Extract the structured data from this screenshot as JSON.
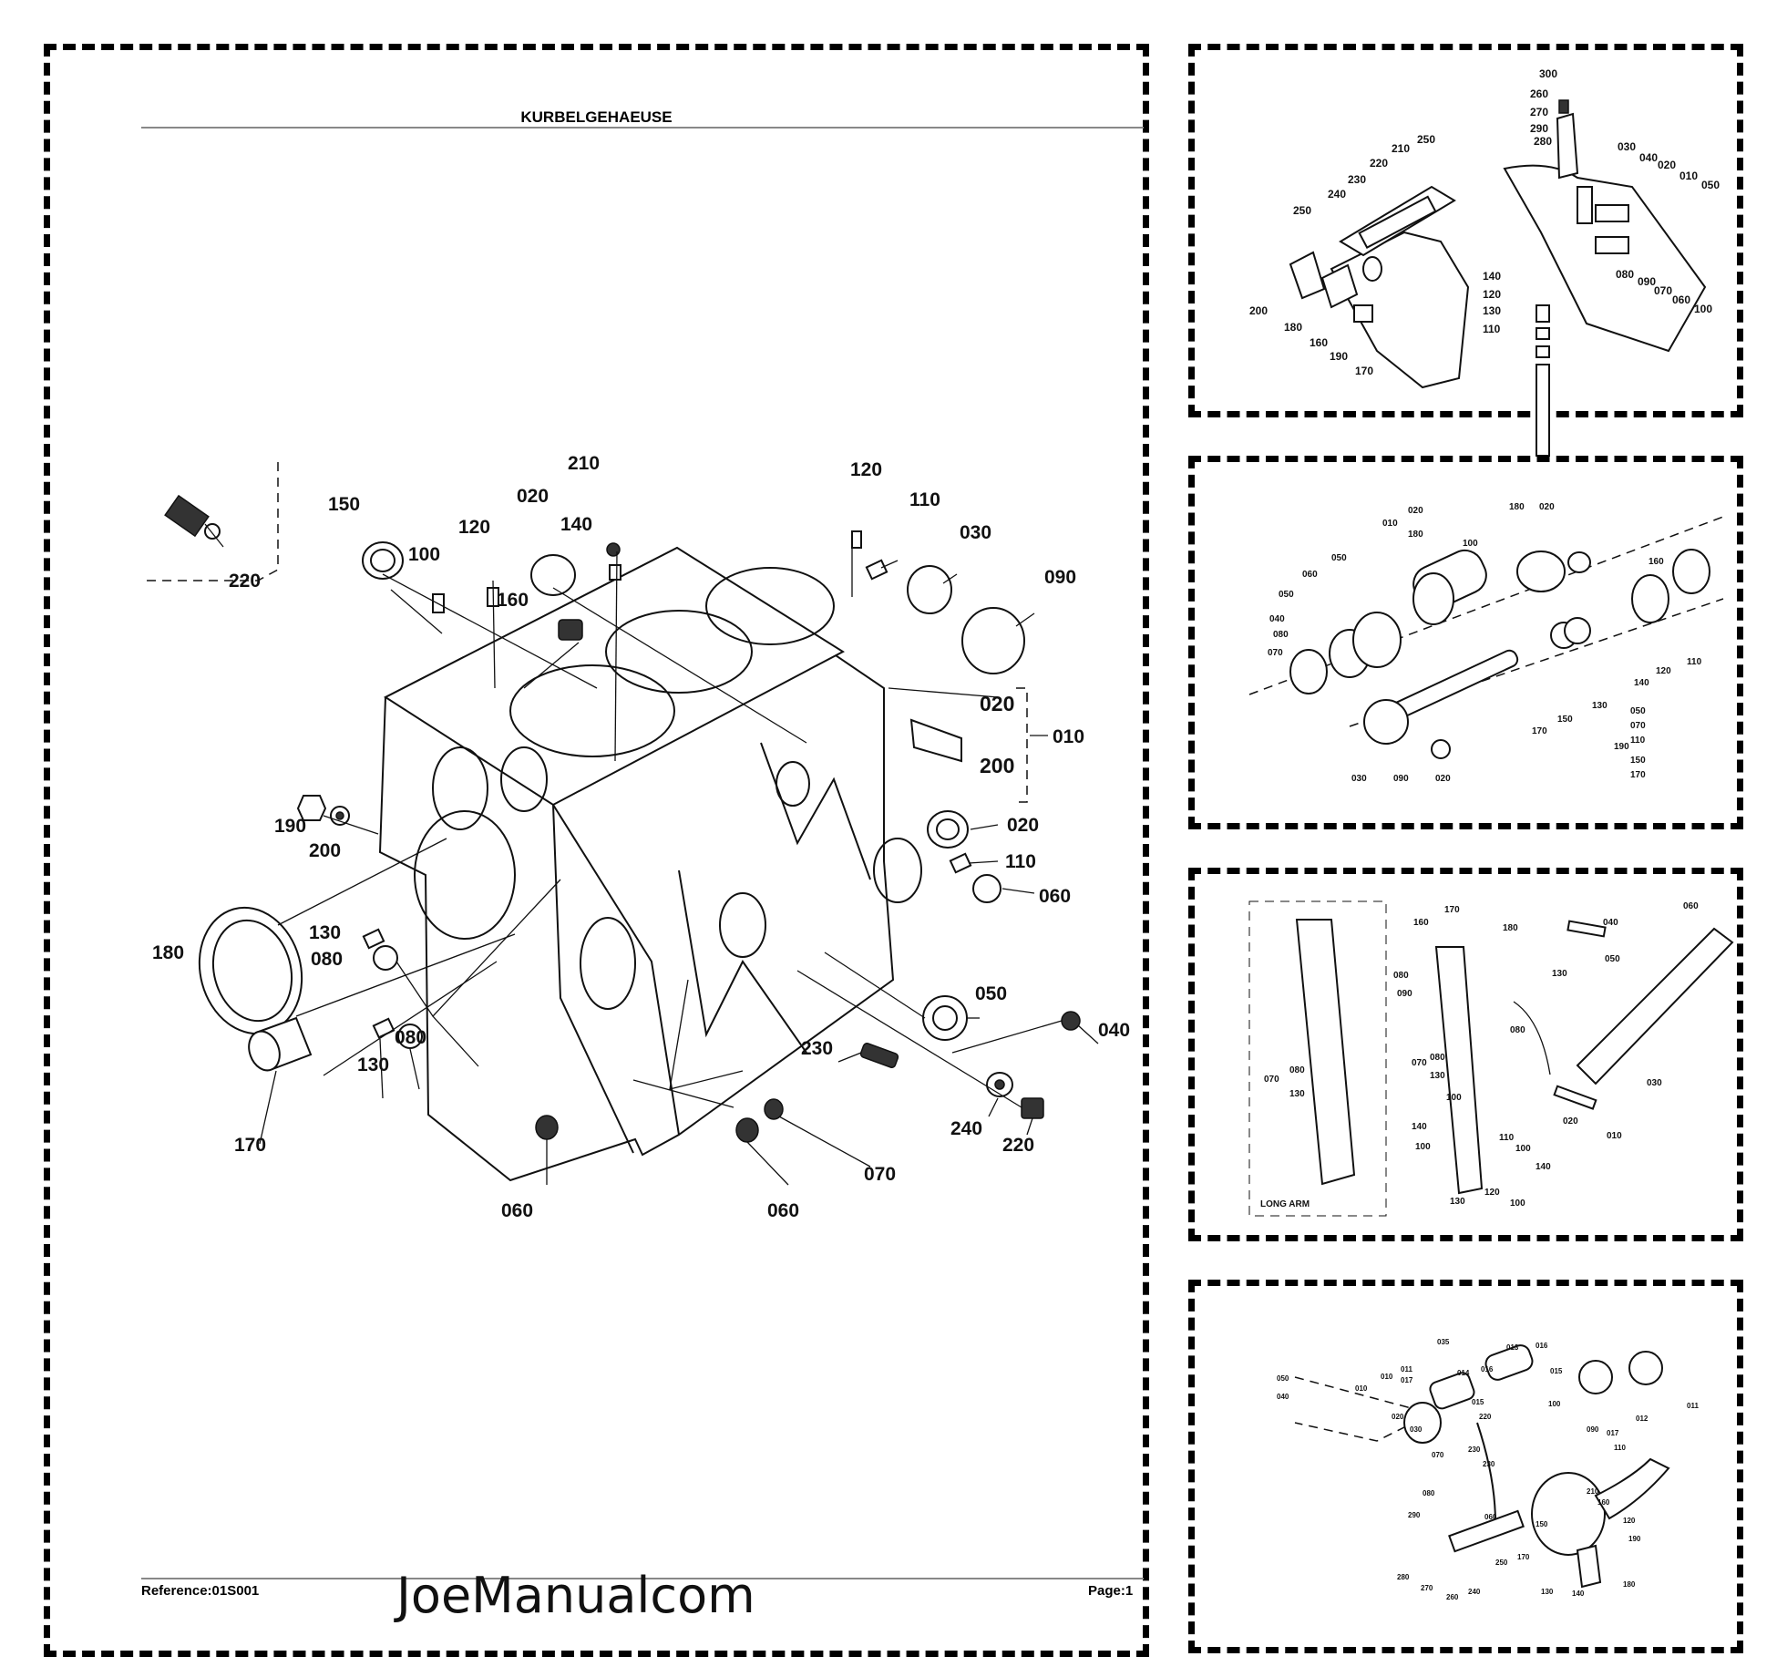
{
  "main": {
    "title": "KURBELGEHAEUSE",
    "reference": "Reference:01S001",
    "page": "Page:1",
    "watermark": "JoeManualcom",
    "callouts": [
      "220",
      "150",
      "100",
      "120",
      "020",
      "210",
      "140",
      "160",
      "120",
      "110",
      "030",
      "090",
      "020",
      "200",
      "010",
      "190",
      "200",
      "020",
      "110",
      "060",
      "180",
      "130",
      "080",
      "130",
      "080",
      "170",
      "050",
      "040",
      "230",
      "240",
      "220",
      "070",
      "060",
      "060"
    ]
  },
  "thumbs": [
    {
      "callouts": [
        "300",
        "260",
        "270",
        "290",
        "280",
        "030",
        "040",
        "020",
        "010",
        "050",
        "210",
        "250",
        "220",
        "230",
        "240",
        "250",
        "140",
        "120",
        "130",
        "110",
        "080",
        "090",
        "070",
        "060",
        "100",
        "200",
        "180",
        "160",
        "190",
        "170"
      ]
    },
    {
      "callouts": [
        "180",
        "020",
        "100",
        "010",
        "020",
        "180",
        "160",
        "050",
        "060",
        "050",
        "040",
        "080",
        "070",
        "140",
        "120",
        "110",
        "130",
        "150",
        "170",
        "030",
        "090",
        "020",
        "190",
        "050",
        "070",
        "110",
        "150",
        "170"
      ]
    },
    {
      "callouts": [
        "170",
        "180",
        "160",
        "130",
        "080",
        "090",
        "080",
        "070",
        "080",
        "130",
        "070",
        "080",
        "130",
        "100",
        "140",
        "100",
        "110",
        "100",
        "140",
        "120",
        "130",
        "100",
        "040",
        "060",
        "050",
        "030",
        "020",
        "010",
        "LONG ARM"
      ]
    },
    {
      "callouts": [
        "050",
        "040",
        "020",
        "030",
        "070",
        "010",
        "011",
        "017",
        "035",
        "014",
        "016",
        "013",
        "016",
        "015",
        "015",
        "100",
        "220",
        "230",
        "230",
        "010",
        "090",
        "017",
        "012",
        "011",
        "110",
        "080",
        "290",
        "060",
        "150",
        "210",
        "160",
        "120",
        "190",
        "280",
        "270",
        "260",
        "250",
        "240",
        "170",
        "130",
        "140",
        "180"
      ]
    }
  ]
}
